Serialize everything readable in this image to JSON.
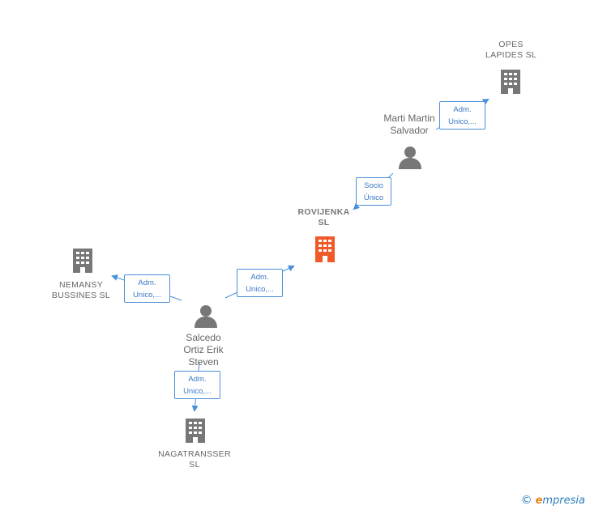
{
  "nodes": {
    "opes": {
      "label": "OPES\nLAPIDES  SL"
    },
    "marti": {
      "label": "Marti Martin\nSalvador"
    },
    "rovijenka": {
      "label": "ROVIJENKA\nSL"
    },
    "nemansy": {
      "label": "NEMANSY\nBUSSINES  SL"
    },
    "salcedo": {
      "label": "Salcedo\nOrtiz Erik\nSteven"
    },
    "nagatransser": {
      "label": "NAGATRANSSER\nSL"
    }
  },
  "relations": {
    "marti_opes": "Adm.\nUnico,...",
    "marti_rovijenka": "Socio\nÚnico",
    "salcedo_rovijenka": "Adm.\nUnico,...",
    "salcedo_nemansy": "Adm.\nUnico,...",
    "salcedo_nagatransser": "Adm.\nUnico,..."
  },
  "colors": {
    "company": "#777777",
    "main_company": "#f05a28",
    "person": "#777777",
    "edge": "#4a90d9"
  },
  "brand": {
    "copyright_symbol": "©",
    "name_initial": "e",
    "name_rest": "mpresia"
  }
}
